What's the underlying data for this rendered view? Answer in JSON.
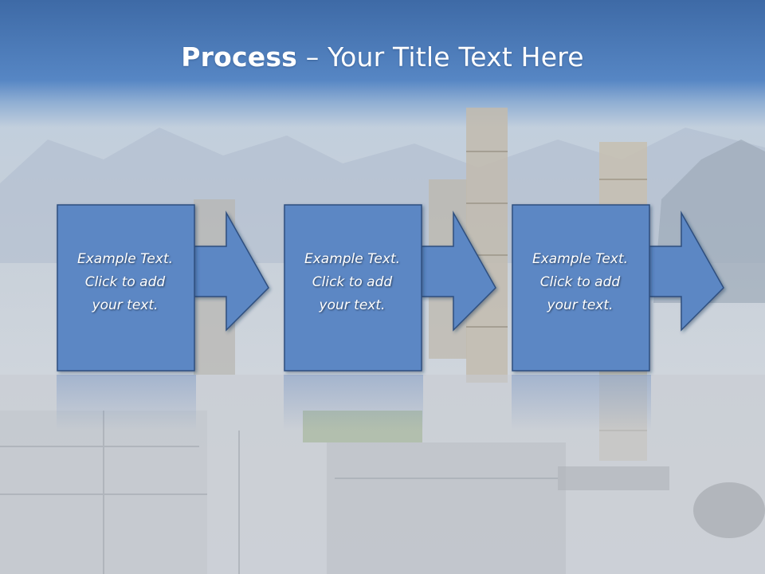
{
  "slide": {
    "title_bold": "Process",
    "title_rest": " – Your Title Text Here"
  },
  "steps": [
    {
      "line1": "Example Text.",
      "line2": "Click  to add",
      "line3": "your text."
    },
    {
      "line1": "Example Text.",
      "line2": "Click  to add",
      "line3": "your text."
    },
    {
      "line1": "Example Text.",
      "line2": "Click  to add",
      "line3": "your text."
    }
  ],
  "colors": {
    "box_fill": "#5b87c4",
    "box_stroke": "#2f4f7f",
    "title_band": "#4f7cba"
  }
}
